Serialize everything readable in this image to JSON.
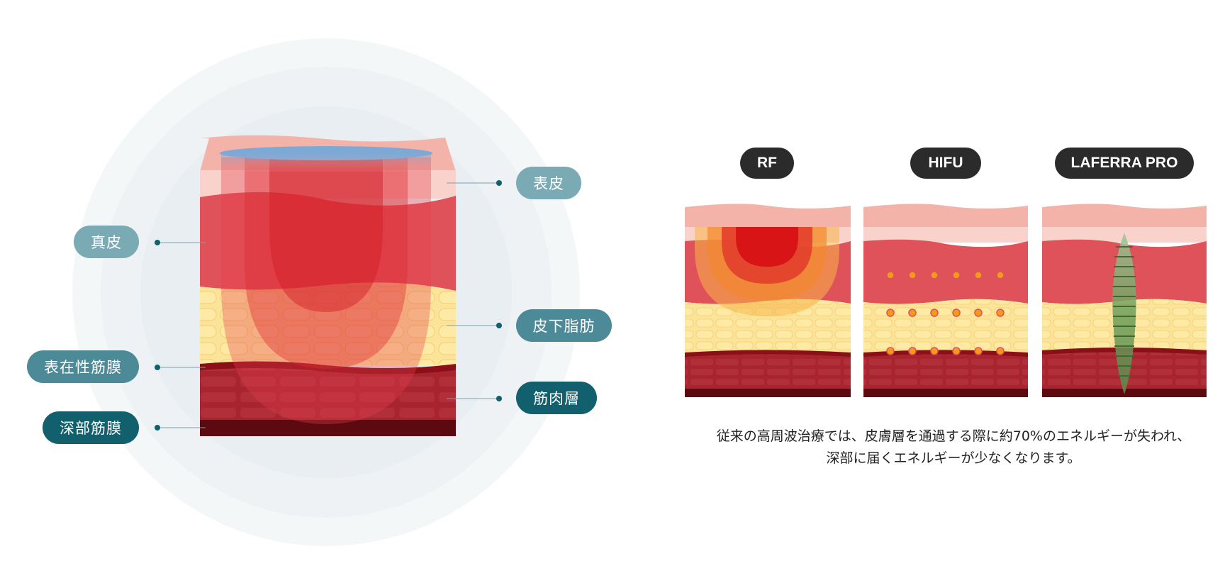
{
  "left_diagram": {
    "labels": {
      "epidermis": "表皮",
      "dermis": "真皮",
      "subcutaneous_fat": "皮下脂肪",
      "superficial_fascia": "表在性筋膜",
      "muscle_layer": "筋肉層",
      "deep_fascia": "深部筋膜"
    }
  },
  "comparison": {
    "panels": [
      {
        "title": "RF",
        "pattern": "heat-spread"
      },
      {
        "title": "HIFU",
        "pattern": "dot-points"
      },
      {
        "title": "LAFERRA PRO",
        "pattern": "deep-column"
      }
    ]
  },
  "caption": {
    "line1": "従来の高周波治療では、皮膚層を通過する際に約70%のエネルギーが失われ、",
    "line2": "深部に届くエネルギーが少なくなります。"
  },
  "colors": {
    "epidermis": "#f4b3a8",
    "dermis": "#e0525a",
    "fat": "#fbe08c",
    "muscle": "#a8252f",
    "deep_fascia": "#5c0a10",
    "label_light": "#7aaab4",
    "label_dark": "#12606e",
    "tag_bg": "#2b2b2b"
  }
}
